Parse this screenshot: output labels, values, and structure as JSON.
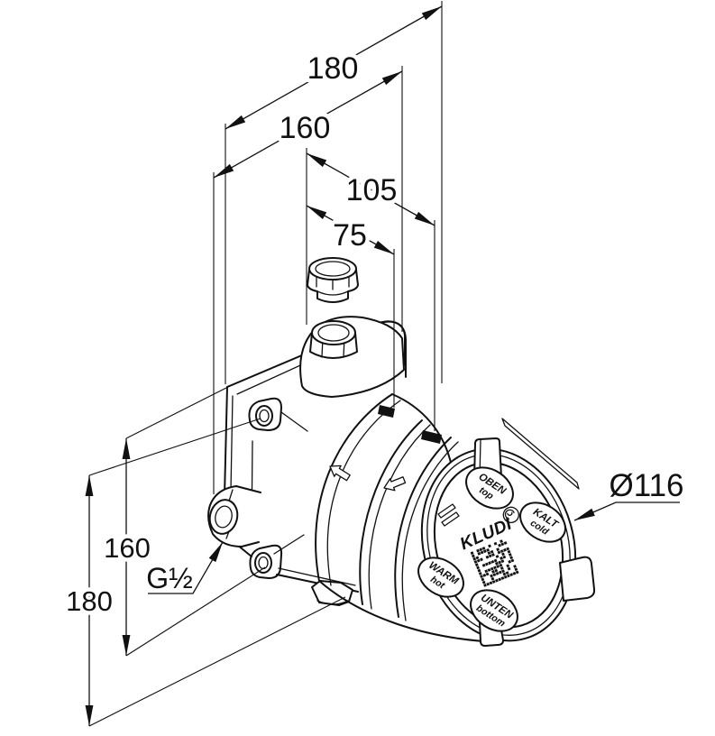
{
  "dimensions": {
    "top_outer": "180",
    "top_inner": "160",
    "depth_max": "105",
    "depth_min": "75",
    "side_inner": "160",
    "side_outer": "180",
    "thread": "G½",
    "diameter": "Ø116"
  },
  "face": {
    "brand": "KLUDI",
    "labels": [
      {
        "de": "OBEN",
        "en": "top"
      },
      {
        "de": "KALT",
        "en": "cold"
      },
      {
        "de": "WARM",
        "en": "hot"
      },
      {
        "de": "UNTEN",
        "en": "bottom"
      }
    ]
  },
  "colors": {
    "line": "#111111",
    "background": "#ffffff"
  }
}
